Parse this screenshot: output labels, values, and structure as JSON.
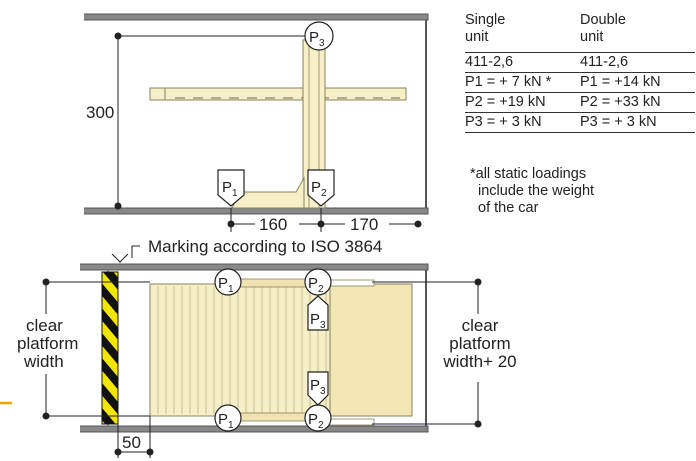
{
  "table": {
    "headers": [
      "Single\nunit",
      "Double\nunit"
    ],
    "header_single_l1": "Single",
    "header_single_l2": "unit",
    "header_double_l1": "Double",
    "header_double_l2": "unit",
    "rows": [
      [
        "411-2,6",
        "411-2,6"
      ],
      [
        "P1 = +  7 kN *",
        "P1 = +14 kN"
      ],
      [
        "P2 = +19 kN",
        "P2 = +33 kN"
      ],
      [
        "P3 = +  3 kN",
        "P3 = +  3 kN"
      ]
    ]
  },
  "footnote": {
    "line1": "*all static loadings",
    "line2": "include the weight",
    "line3": "of the car"
  },
  "side_view": {
    "height_label": "300",
    "dim_left": "160",
    "dim_right": "170",
    "p1_label": "P",
    "p1_sub": "1",
    "p2_label": "P",
    "p2_sub": "2",
    "p3_label": "P",
    "p3_sub": "3"
  },
  "plan_view": {
    "marking_label": "Marking according to ISO 3864",
    "left_label_1": "clear",
    "left_label_2": "platform",
    "left_label_3": "width",
    "right_label_1": "clear",
    "right_label_2": "platform",
    "right_label_3": "width+ 20",
    "dim_bottom": "50",
    "p_label": "P",
    "sub_1": "1",
    "sub_2": "2",
    "sub_3": "3"
  },
  "colors": {
    "platform_fill": "#f7efc8",
    "platform_stroke": "#8a8260",
    "hazard_yellow": "#f2e600",
    "hazard_black": "#111111",
    "accent_orange": "#f0a500"
  }
}
